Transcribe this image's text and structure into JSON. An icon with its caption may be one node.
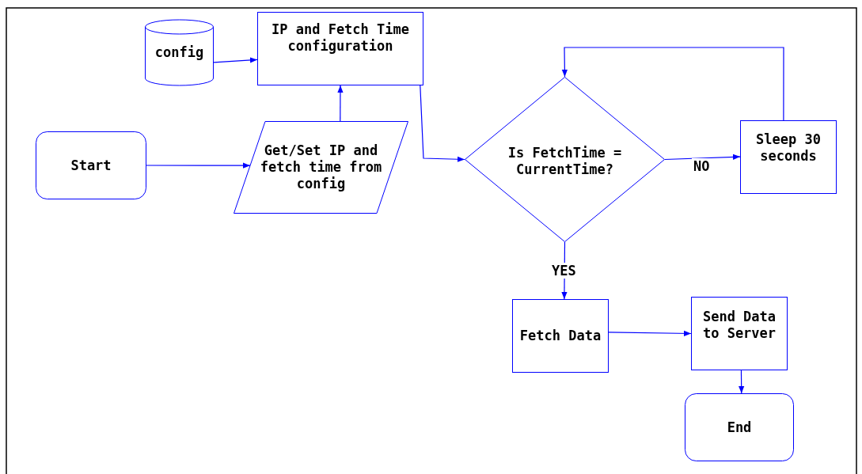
{
  "diagram": {
    "nodes": [
      {
        "text": [
          "config"
        ]
      },
      {
        "text": [
          "IP and Fetch Time configuration"
        ]
      },
      {
        "text": [
          "Start"
        ]
      },
      {
        "text": [
          "Get/Set IP and fetch time from config"
        ]
      },
      {
        "text": [
          "Is FetchTime = CurrentTime?"
        ]
      },
      {
        "text": [
          "Sleep 30 seconds"
        ]
      },
      {
        "text": [
          "Fetch Data"
        ]
      },
      {
        "text": [
          "Send Data to Server"
        ]
      },
      {
        "text": [
          "End"
        ]
      }
    ],
    "edges": [
      {
        "from": 0,
        "to": 1,
        "arrow": "to"
      },
      {
        "from": 2,
        "to": 3,
        "arrow": "to"
      },
      {
        "from": 3,
        "to": 1,
        "arrow": "to"
      },
      {
        "from": 1,
        "to": 4,
        "arrow": "to"
      },
      {
        "from": 4,
        "to": 5,
        "arrow": "to",
        "label": "NO"
      },
      {
        "from": 5,
        "to": 4,
        "arrow": "to"
      },
      {
        "from": 4,
        "to": 6,
        "arrow": "to",
        "label": "YES"
      },
      {
        "from": 6,
        "to": 7,
        "arrow": "to"
      },
      {
        "from": 7,
        "to": 8,
        "arrow": "to"
      }
    ]
  }
}
